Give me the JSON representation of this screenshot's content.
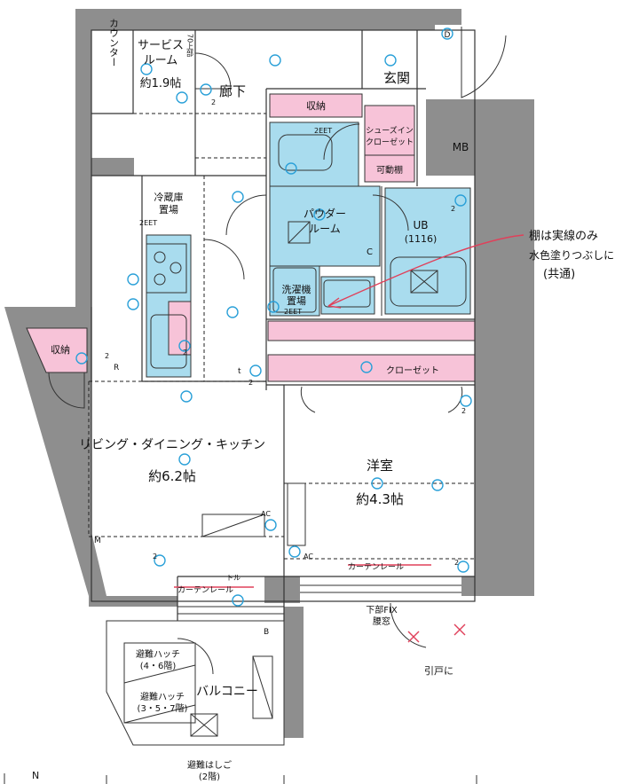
{
  "rooms": {
    "service_room": {
      "name_line1": "サービス",
      "name_line2": "ルーム",
      "area": "約1.9帖"
    },
    "counter": "カウンター",
    "hallway": "廊下",
    "entrance": "玄関",
    "mb": "MB",
    "storage_top": "収納",
    "shoes_in_closet_line1": "シューズイン",
    "shoes_in_closet_line2": "クローゼット",
    "movable_shelf": "可動棚",
    "fridge_line1": "冷蔵庫",
    "fridge_line2": "置場",
    "powder_room_line1": "パウダー",
    "powder_room_line2": "ルーム",
    "ub_line1": "UB",
    "ub_line2": "(1116)",
    "washer_line1": "洗濯機",
    "washer_line2": "置場",
    "storage_left": "収納",
    "closet": "クローゼット",
    "ldk": {
      "name": "リビング・ダイニング・キッチン",
      "area": "約6.2帖"
    },
    "western": {
      "name": "洋室",
      "area": "約4.3帖"
    },
    "balcony": "バルコニー",
    "hatch_46_line1": "避難ハッチ",
    "hatch_46_line2": "(4・6階)",
    "hatch_357_line1": "避難ハッチ",
    "hatch_357_line2": "(3・5・7階)",
    "ladder_line1": "避難はしご",
    "ladder_line2": "(2階)",
    "fix_window_line1": "下部FIX",
    "fix_window_line2": "腰窓"
  },
  "labels": {
    "vertical_note": "70上部",
    "eet_top": "2EET",
    "eet_mid": "2EET",
    "eet_bottom": "2EET",
    "curtain_rail_left": "カーテンレール",
    "curtain_rail_right": "カーテンレール",
    "curtain_mark": "トル",
    "ac_ldk": "AC",
    "ac_western": "AC",
    "d_mark": "D",
    "c_mark": "C",
    "r_mark": "R",
    "b_mark": "B",
    "t_mark": "t",
    "m_mark": "M",
    "two_1": "2",
    "two_2": "2",
    "two_3": "2",
    "two_4": "2",
    "two_5": "2",
    "two_6": "2",
    "two_7": "2",
    "two_8": "2",
    "north": "N"
  },
  "annotations": {
    "shelf_note_line1": "棚は実線のみ",
    "shelf_note_line2": "水色塗りつぶしに",
    "shelf_note_line3": "(共通)",
    "sliding_door_note": "引戸に"
  },
  "colors": {
    "wall": "#8e8e8e",
    "storage_pink": "#f7c3d8",
    "wet_area_blue": "#a9dcee",
    "annotation_red": "#e0405a",
    "lighting_blue": "#2aa0d8"
  }
}
